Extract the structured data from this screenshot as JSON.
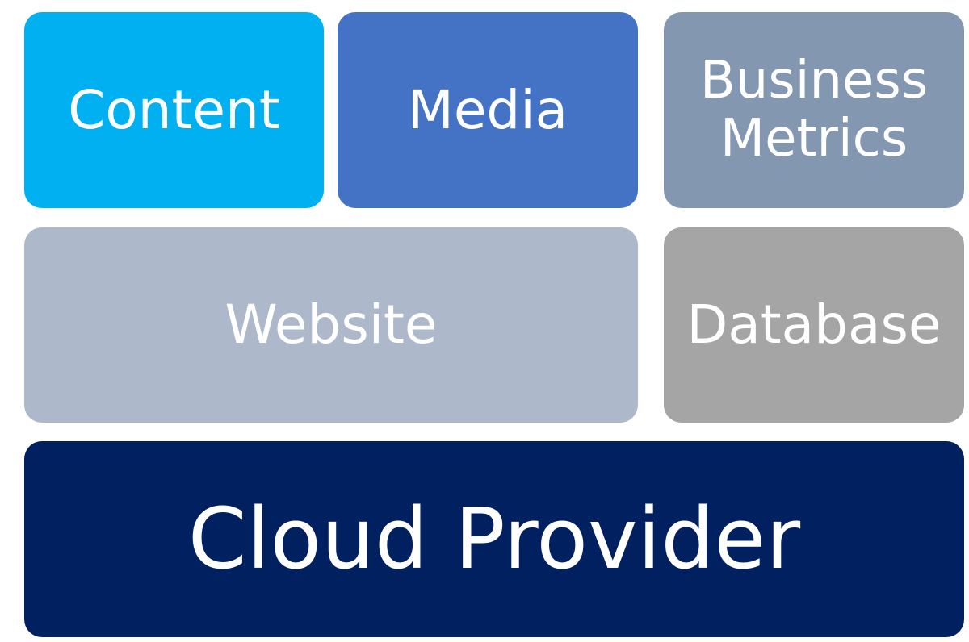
{
  "blocks": {
    "content": {
      "label": "Content",
      "color": "#00b0f0"
    },
    "media": {
      "label": "Media",
      "color": "#4472c4"
    },
    "business_metrics": {
      "line1": "Business",
      "line2": "Metrics",
      "color": "#8497b0"
    },
    "website": {
      "label": "Website",
      "color": "#adb9ca"
    },
    "database": {
      "label": "Database",
      "color": "#a5a5a5"
    },
    "cloud_provider": {
      "label": "Cloud Provider",
      "color": "#002060"
    }
  }
}
